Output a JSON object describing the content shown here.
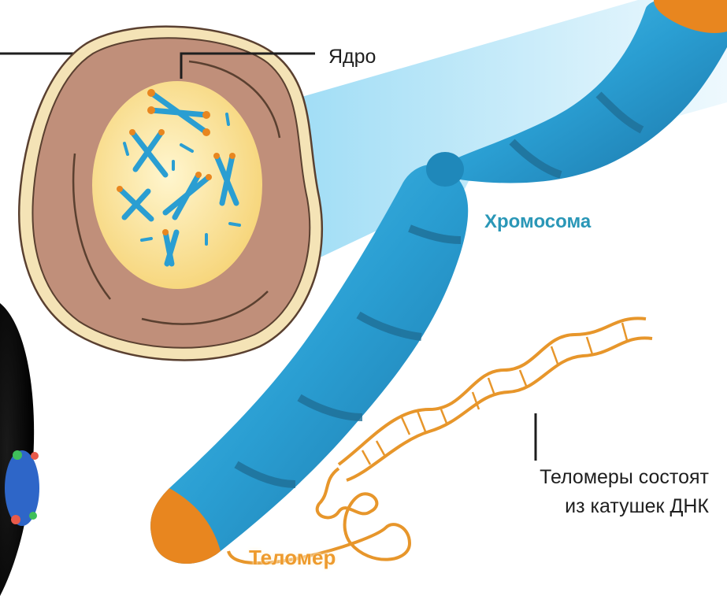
{
  "labels": {
    "nucleus": "Ядро",
    "chromosome": "Хромосома",
    "telomere_composition_line1": "Теломеры состоят",
    "telomere_composition_line2": "из катушек ДНК",
    "telomere": "Теломер"
  },
  "colors": {
    "chromosome_blue": "#2ea3d4",
    "chromosome_band": "#1f6f97",
    "telomere_orange": "#e8861f",
    "cell_cytoplasm": "#c08f7a",
    "cell_membrane": "#f4e3b6",
    "nucleus_fill": "#fbe08e",
    "dna_orange": "#e7962b",
    "label_chromosome": "#2a97b7",
    "label_telomere": "#ee9b2e"
  },
  "icons": [
    "cell-icon",
    "chromosome-icon",
    "dna-helix-icon",
    "telomere-coil-icon"
  ]
}
